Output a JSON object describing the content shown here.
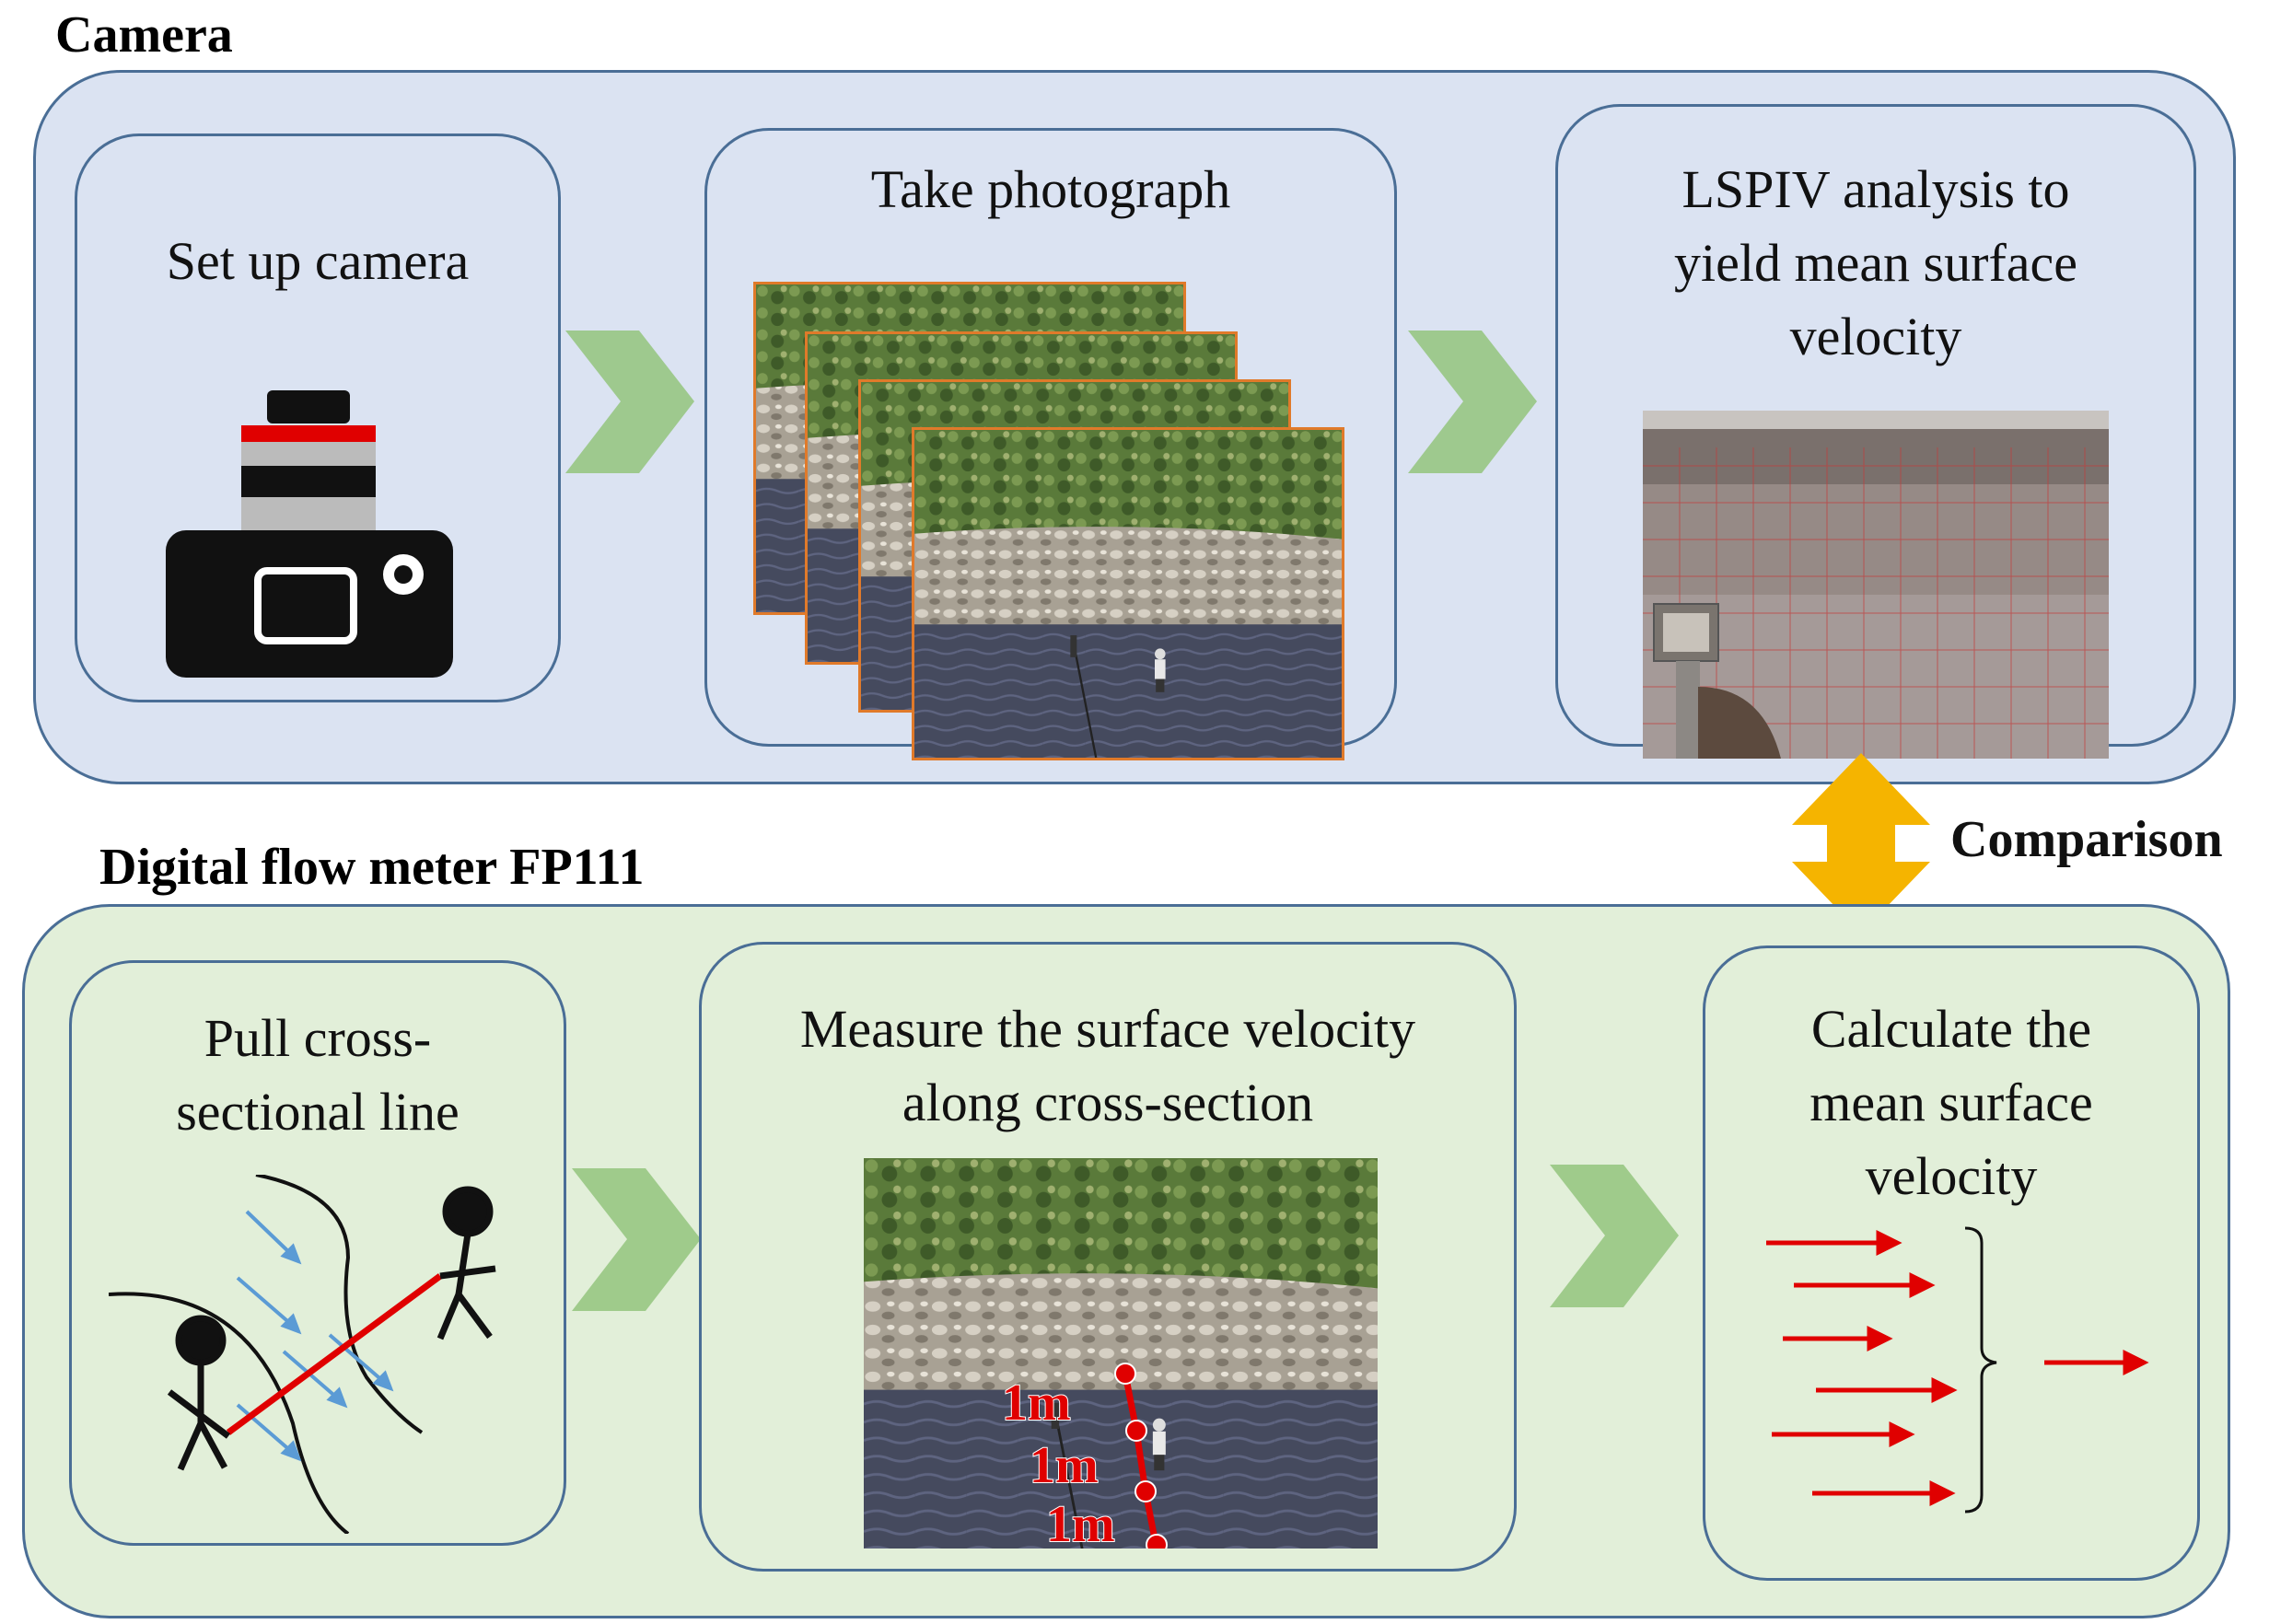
{
  "camera_section": {
    "label": "Camera",
    "steps": [
      {
        "title": "Set up camera",
        "icon": "camera-icon"
      },
      {
        "title": "Take photograph",
        "icon": "photo-stack-icon"
      },
      {
        "title": "LSPIV analysis to\nyield mean surface\nvelocity",
        "icon": "lspiv-grid-image"
      }
    ]
  },
  "flowmeter_section": {
    "label": "Digital flow meter FP111",
    "steps": [
      {
        "title": "Pull cross-\nsectional line",
        "icon": "stick-figures-line-icon"
      },
      {
        "title": "Measure the surface velocity\nalong cross-section",
        "icon": "river-cross-section-photo",
        "distance_labels": [
          "1m",
          "1m",
          "1m"
        ]
      },
      {
        "title": "Calculate the\nmean surface\nvelocity",
        "icon": "velocity-arrows-icon"
      }
    ]
  },
  "comparison_label": "Comparison",
  "colors": {
    "camera_panel": "#dbe3f2",
    "flowmeter_panel": "#e2efd9",
    "border": "#4a6e96",
    "chevron": "#93c47d",
    "comparison_arrow": "#f5b400",
    "accent_red": "#e00000",
    "flow_arrow_blue": "#5b9bd5",
    "photo_frame": "#e07a2a"
  }
}
